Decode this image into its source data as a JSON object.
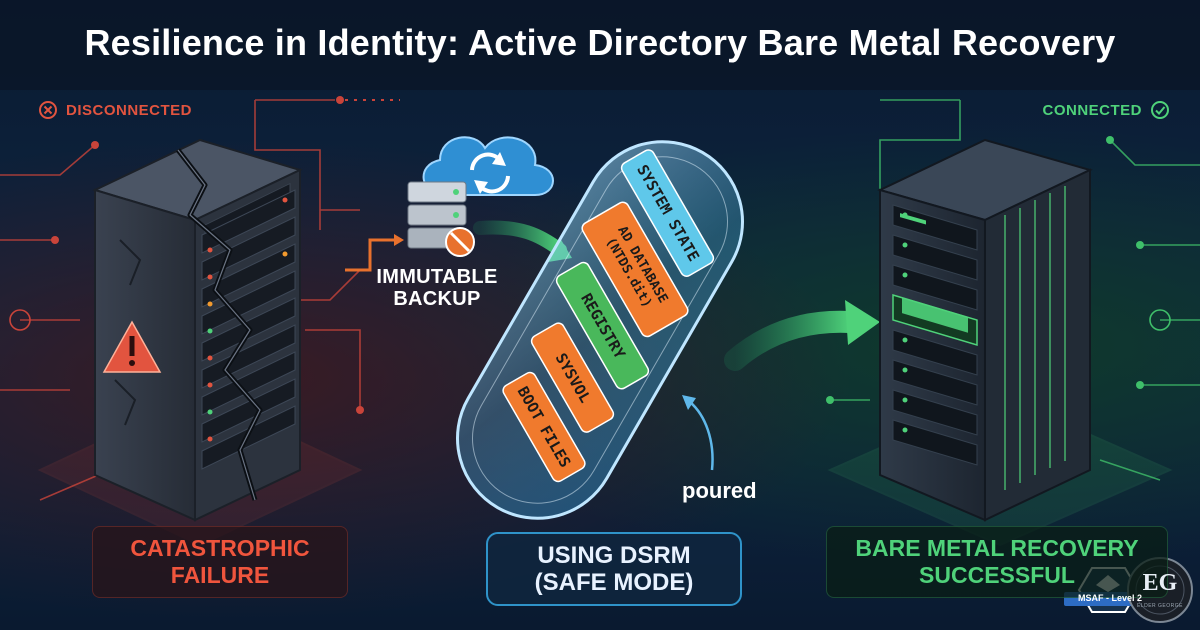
{
  "title": "Resilience in Identity: Active Directory Bare Metal Recovery",
  "status_left": "DISCONNECTED",
  "status_right": "CONNECTED",
  "backup_label_line1": "IMMUTABLE",
  "backup_label_line2": "BACKUP",
  "capsule_segments": [
    {
      "label": "SYSTEM STATE",
      "color": "#5fc8ea"
    },
    {
      "label": "AD DATABASE (NTDS.dit)",
      "color": "#f07a2d"
    },
    {
      "label": "REGISTRY",
      "color": "#49b85b"
    },
    {
      "label": "SYSVOL",
      "color": "#f07a2d"
    },
    {
      "label": "BOOT FILES",
      "color": "#f07a2d"
    }
  ],
  "poured_label": "poured",
  "failure_label_line1": "CATASTROPHIC",
  "failure_label_line2": "FAILURE",
  "dsrm_label_line1": "USING DSRM",
  "dsrm_label_line2": "(SAFE MODE)",
  "success_label_line1": "BARE METAL RECOVERY",
  "success_label_line2": "SUCCESSFUL",
  "badge_msaf": "MSAF - Level 2",
  "badge_eg": "EG",
  "badge_eg_sub": "ELDER GEORGE",
  "colors": {
    "fail": "#e2543f",
    "success": "#4fd27a",
    "accent": "#2f93c9"
  }
}
